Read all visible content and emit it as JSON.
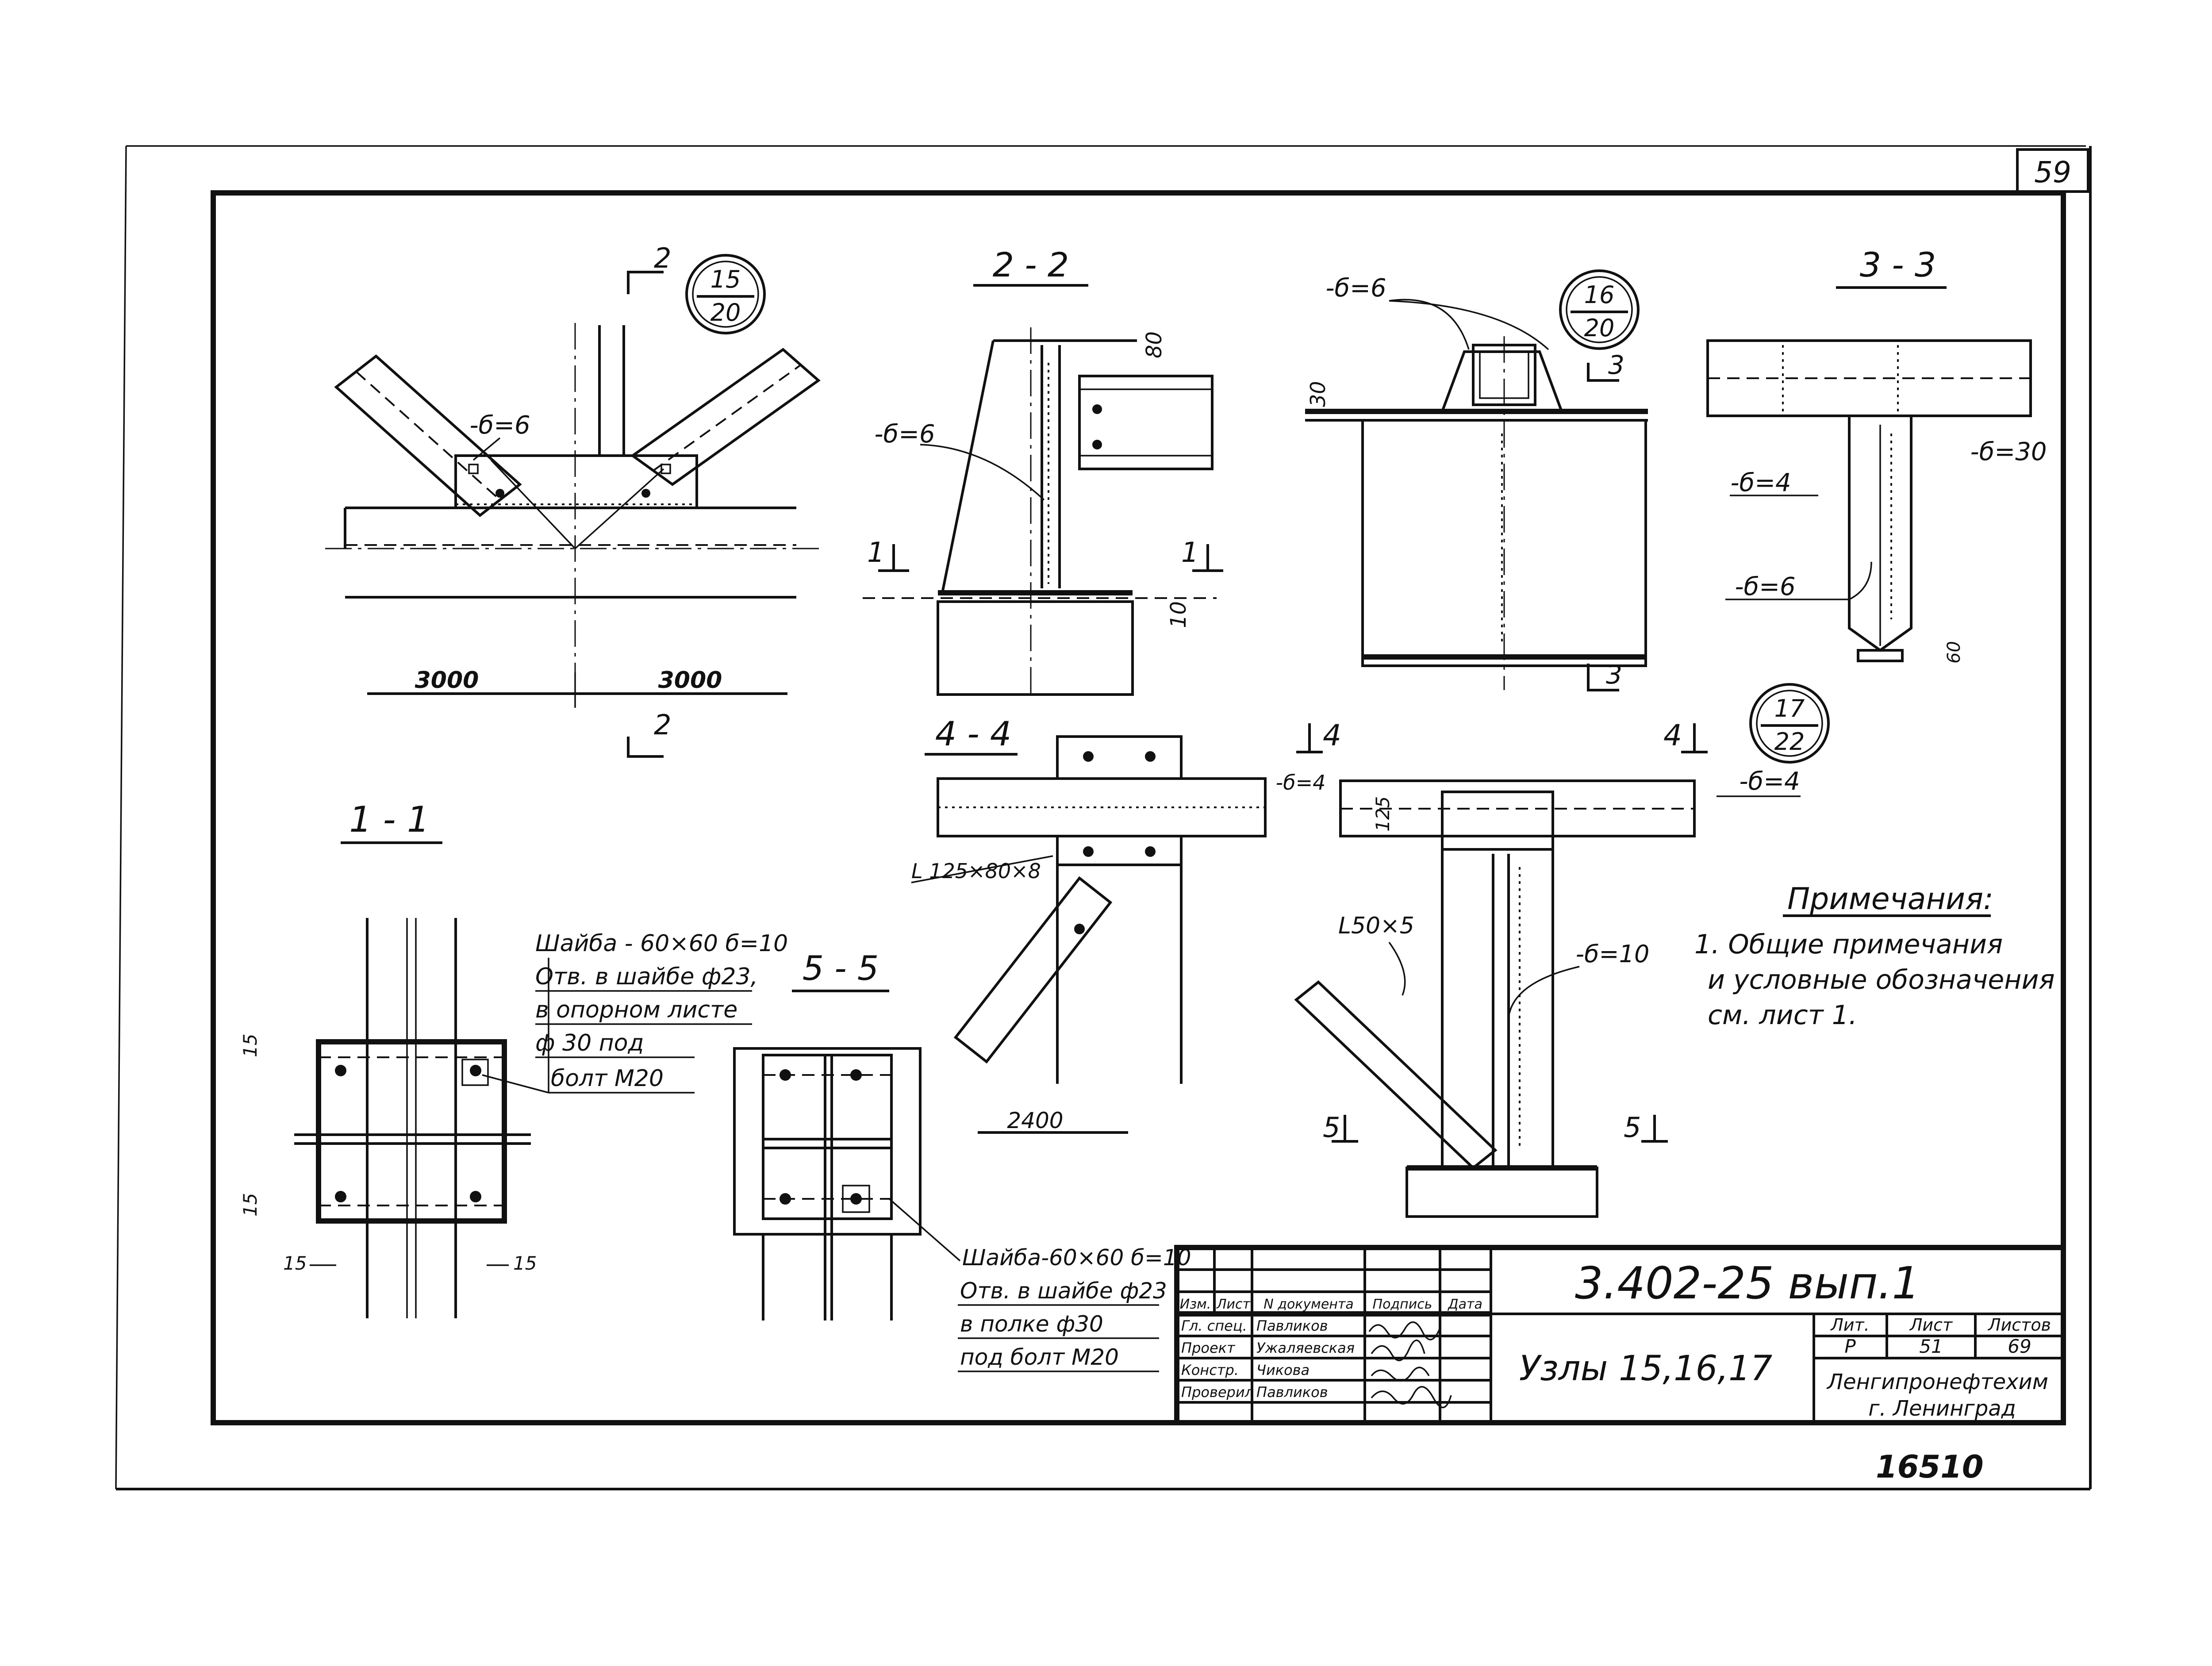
{
  "sheet_number": "59",
  "archive_number": "16510",
  "sections": {
    "s1": "1 - 1",
    "s2": "2 - 2",
    "s3": "3 - 3",
    "s4": "4 - 4",
    "s5": "5 - 5"
  },
  "node_markers": [
    {
      "top": "15",
      "bottom": "20"
    },
    {
      "top": "16",
      "bottom": "20"
    },
    {
      "top": "17",
      "bottom": "22"
    }
  ],
  "cut_marks": {
    "c2": "2",
    "c1": "1",
    "c3": "3",
    "c4": "4",
    "c5": "5"
  },
  "labels": {
    "d6": "-б=6",
    "d4": "-б=4",
    "d30": "-б=30",
    "d10": "-б=10",
    "angle1": "L 125×80×8",
    "angle2": "L50×5"
  },
  "dimensions": {
    "d3000": "3000",
    "d2400": "2400",
    "d80": "80",
    "d30": "30",
    "d10": "10",
    "d125": "125",
    "d60": "60",
    "d15": "15"
  },
  "callouts": {
    "washer1": [
      "Шайба - 60×60 б=10",
      "Отв. в шайбе ф23,",
      "в опорном листе",
      "ф 30 под",
      "болт М20"
    ],
    "washer2": [
      "Шайба-60×60 б=10",
      "Отв. в шайбе ф23",
      "в полке ф30",
      "под болт М20"
    ]
  },
  "notes": {
    "heading": "Примечания:",
    "lines": [
      "1. Общие примечания",
      "и условные обозначения",
      "см. лист 1."
    ]
  },
  "title_block": {
    "doc_code": "3.402-25 вып.1",
    "title": "Узлы 15,16,17",
    "col_headers": [
      "Изм.",
      "Лист",
      "N документа",
      "Подпись",
      "Дата"
    ],
    "rows": [
      {
        "role": "Гл. спец.",
        "name": "Павликов"
      },
      {
        "role": "Проект",
        "name": "Ужаляевская"
      },
      {
        "role": "Констр.",
        "name": "Чикова"
      },
      {
        "role": "Проверил",
        "name": "Павликов"
      }
    ],
    "stage_label": "Лит.",
    "sheet_label": "Лист",
    "sheets_label": "Листов",
    "stage": "Р",
    "sheet": "51",
    "sheets": "69",
    "org": "Ленгипронефтехим",
    "city": "г. Ленинград"
  }
}
